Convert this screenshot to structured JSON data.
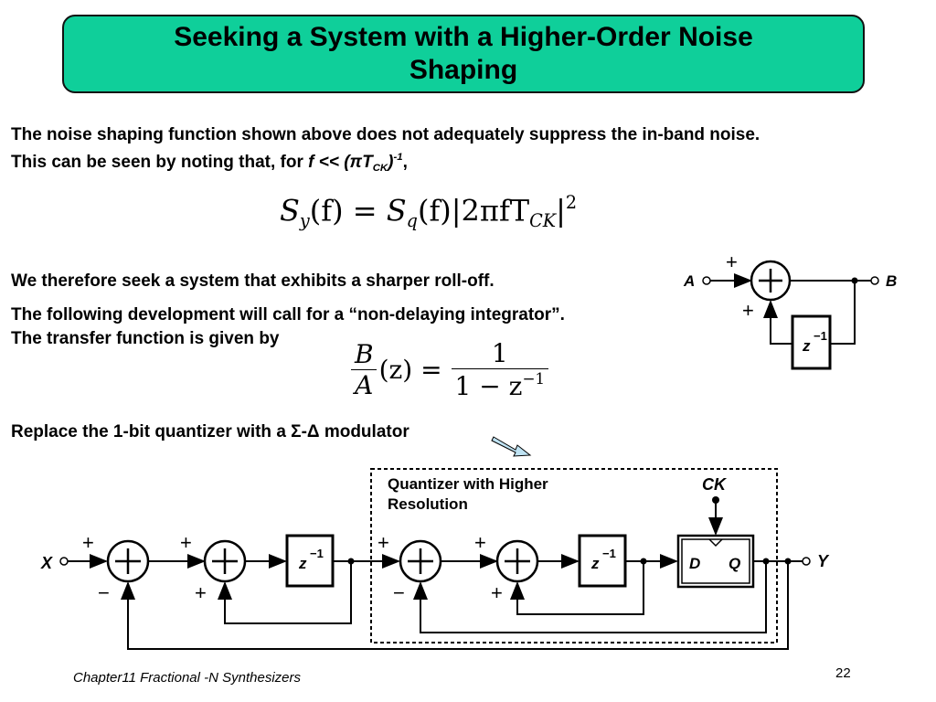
{
  "title": {
    "line1": "Seeking a System with a Higher-Order Noise",
    "line2": "Shaping"
  },
  "para1": {
    "line1": "The noise shaping function shown above does not adequately suppress the in-band noise.",
    "line2_prefix": "This can be seen by noting that, for ",
    "line2_f": "f",
    "line2_ll": " << (πT",
    "line2_sub": "CK",
    "line2_close": ")",
    "line2_sup": "-1",
    "line2_end": ","
  },
  "equation1": {
    "lhs": "S",
    "lhs_sub": "y",
    "lhs_arg": "(f) = ",
    "rhs": "S",
    "rhs_sub": "q",
    "rhs_arg": "(f)|2πfT",
    "rhs_sub2": "CK",
    "rhs_close": "|",
    "rhs_sup": "2"
  },
  "para2": "We therefore seek a system that exhibits a sharper roll-off.",
  "para3": "The following development will call for a “non-delaying integrator”.",
  "para4": "The transfer function is given by",
  "equation2": {
    "num_left": "B",
    "den_left": "A",
    "arg": "(z) =",
    "num_right": "1",
    "den_right": "1 − z",
    "den_right_sup": "−1"
  },
  "para5": "Replace the 1-bit quantizer with a Σ-Δ modulator",
  "integrator_diagram": {
    "input_label": "A",
    "output_label": "B",
    "plus_top": "+",
    "plus_bottom": "+",
    "delay_label": "z",
    "delay_sup": "−1"
  },
  "modulator_diagram": {
    "box_label_line1": "Quantizer with Higher",
    "box_label_line2": "Resolution",
    "clock_label": "CK",
    "input_label": "X",
    "output_label": "Y",
    "flipflop_d": "D",
    "flipflop_q": "Q",
    "plus": "+",
    "minus": "−",
    "delay_label": "z",
    "delay_sup": "−1"
  },
  "footer": "Chapter11 Fractional -N Synthesizers",
  "page_number": "22"
}
